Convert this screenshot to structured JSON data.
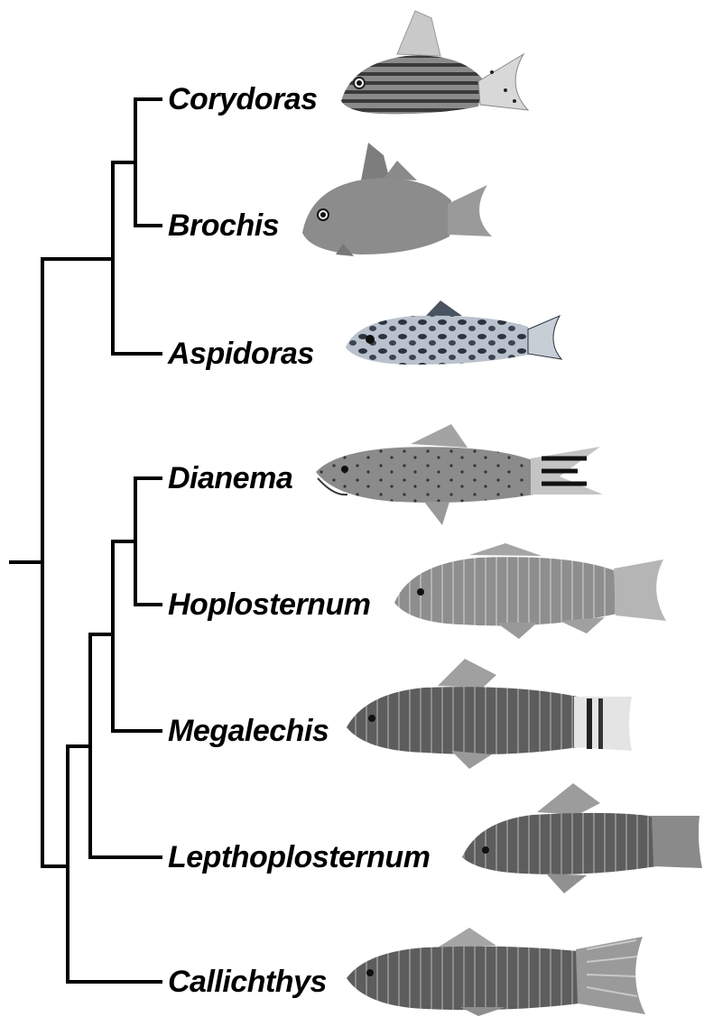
{
  "taxa": [
    {
      "name": "Corydoras",
      "icon": "corydoras-fish-icon"
    },
    {
      "name": "Brochis",
      "icon": "brochis-fish-icon"
    },
    {
      "name": "Aspidoras",
      "icon": "aspidoras-fish-icon"
    },
    {
      "name": "Dianema",
      "icon": "dianema-fish-icon"
    },
    {
      "name": "Hoplosternum",
      "icon": "hoplosternum-fish-icon"
    },
    {
      "name": "Megalechis",
      "icon": "megalechis-fish-icon"
    },
    {
      "name": "Lepthoplosternum",
      "icon": "lepthoplosternum-fish-icon"
    },
    {
      "name": "Callichthys",
      "icon": "callichthys-fish-icon"
    }
  ],
  "colors": {
    "line": "#000000",
    "background": "#ffffff"
  }
}
